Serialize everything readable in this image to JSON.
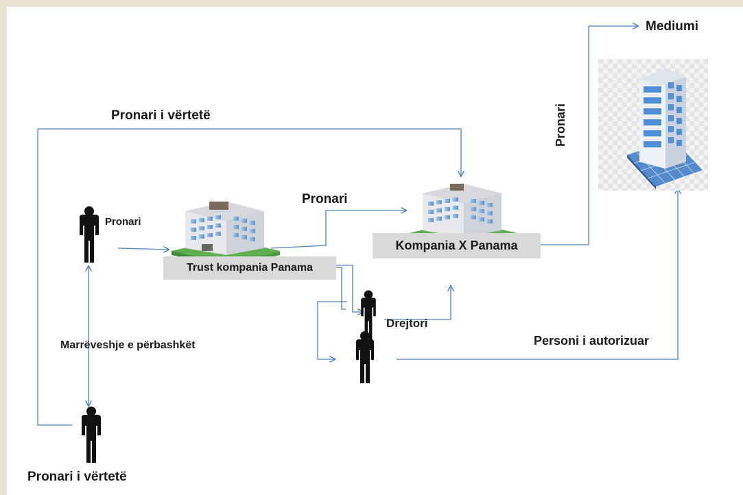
{
  "labels": {
    "true_owner_top": "Pronari i vërtetë",
    "owner_small": "Pronari",
    "owner_mid": "Pronari",
    "owner_vertical": "Pronari",
    "medium": "Mediumi",
    "trust_company": "Trust kompania  Panama",
    "company_x": "Kompania X Panama",
    "director": "Drejtori",
    "authorized_person": "Personi i autorizuar",
    "joint_agreement": "Marrëveshje  e përbashkët",
    "true_owner_bottom": "Pronari i vërtetë"
  },
  "colors": {
    "arrow": "#4f7fbf",
    "person": "#111111",
    "label_box": "#d9d9d9",
    "frame": "#e9e2d0"
  },
  "icons": {
    "person": "person-icon",
    "building": "building-icon",
    "tower": "office-tower-icon"
  }
}
